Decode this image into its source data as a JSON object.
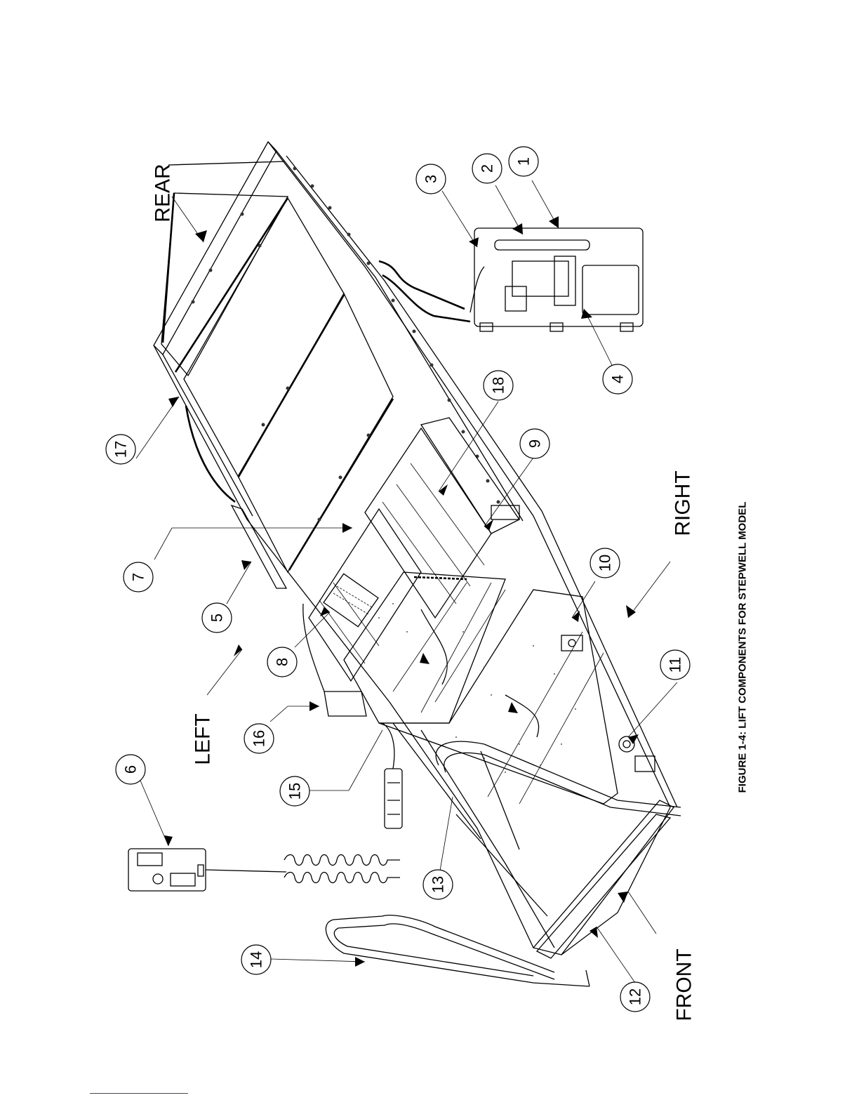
{
  "figure": {
    "caption": "FIGURE 1-4:  LIFT COMPONENTS FOR STEPWELL MODEL",
    "directions": {
      "rear": "REAR",
      "left": "LEFT",
      "right": "RIGHT",
      "front": "FRONT"
    },
    "callouts": [
      "1",
      "2",
      "3",
      "4",
      "5",
      "6",
      "7",
      "8",
      "9",
      "10",
      "11",
      "12",
      "13",
      "14",
      "15",
      "16",
      "17",
      "18"
    ]
  },
  "colors": {
    "line": "#000000",
    "background": "#ffffff",
    "footer_rule": "#1f4fa8"
  }
}
